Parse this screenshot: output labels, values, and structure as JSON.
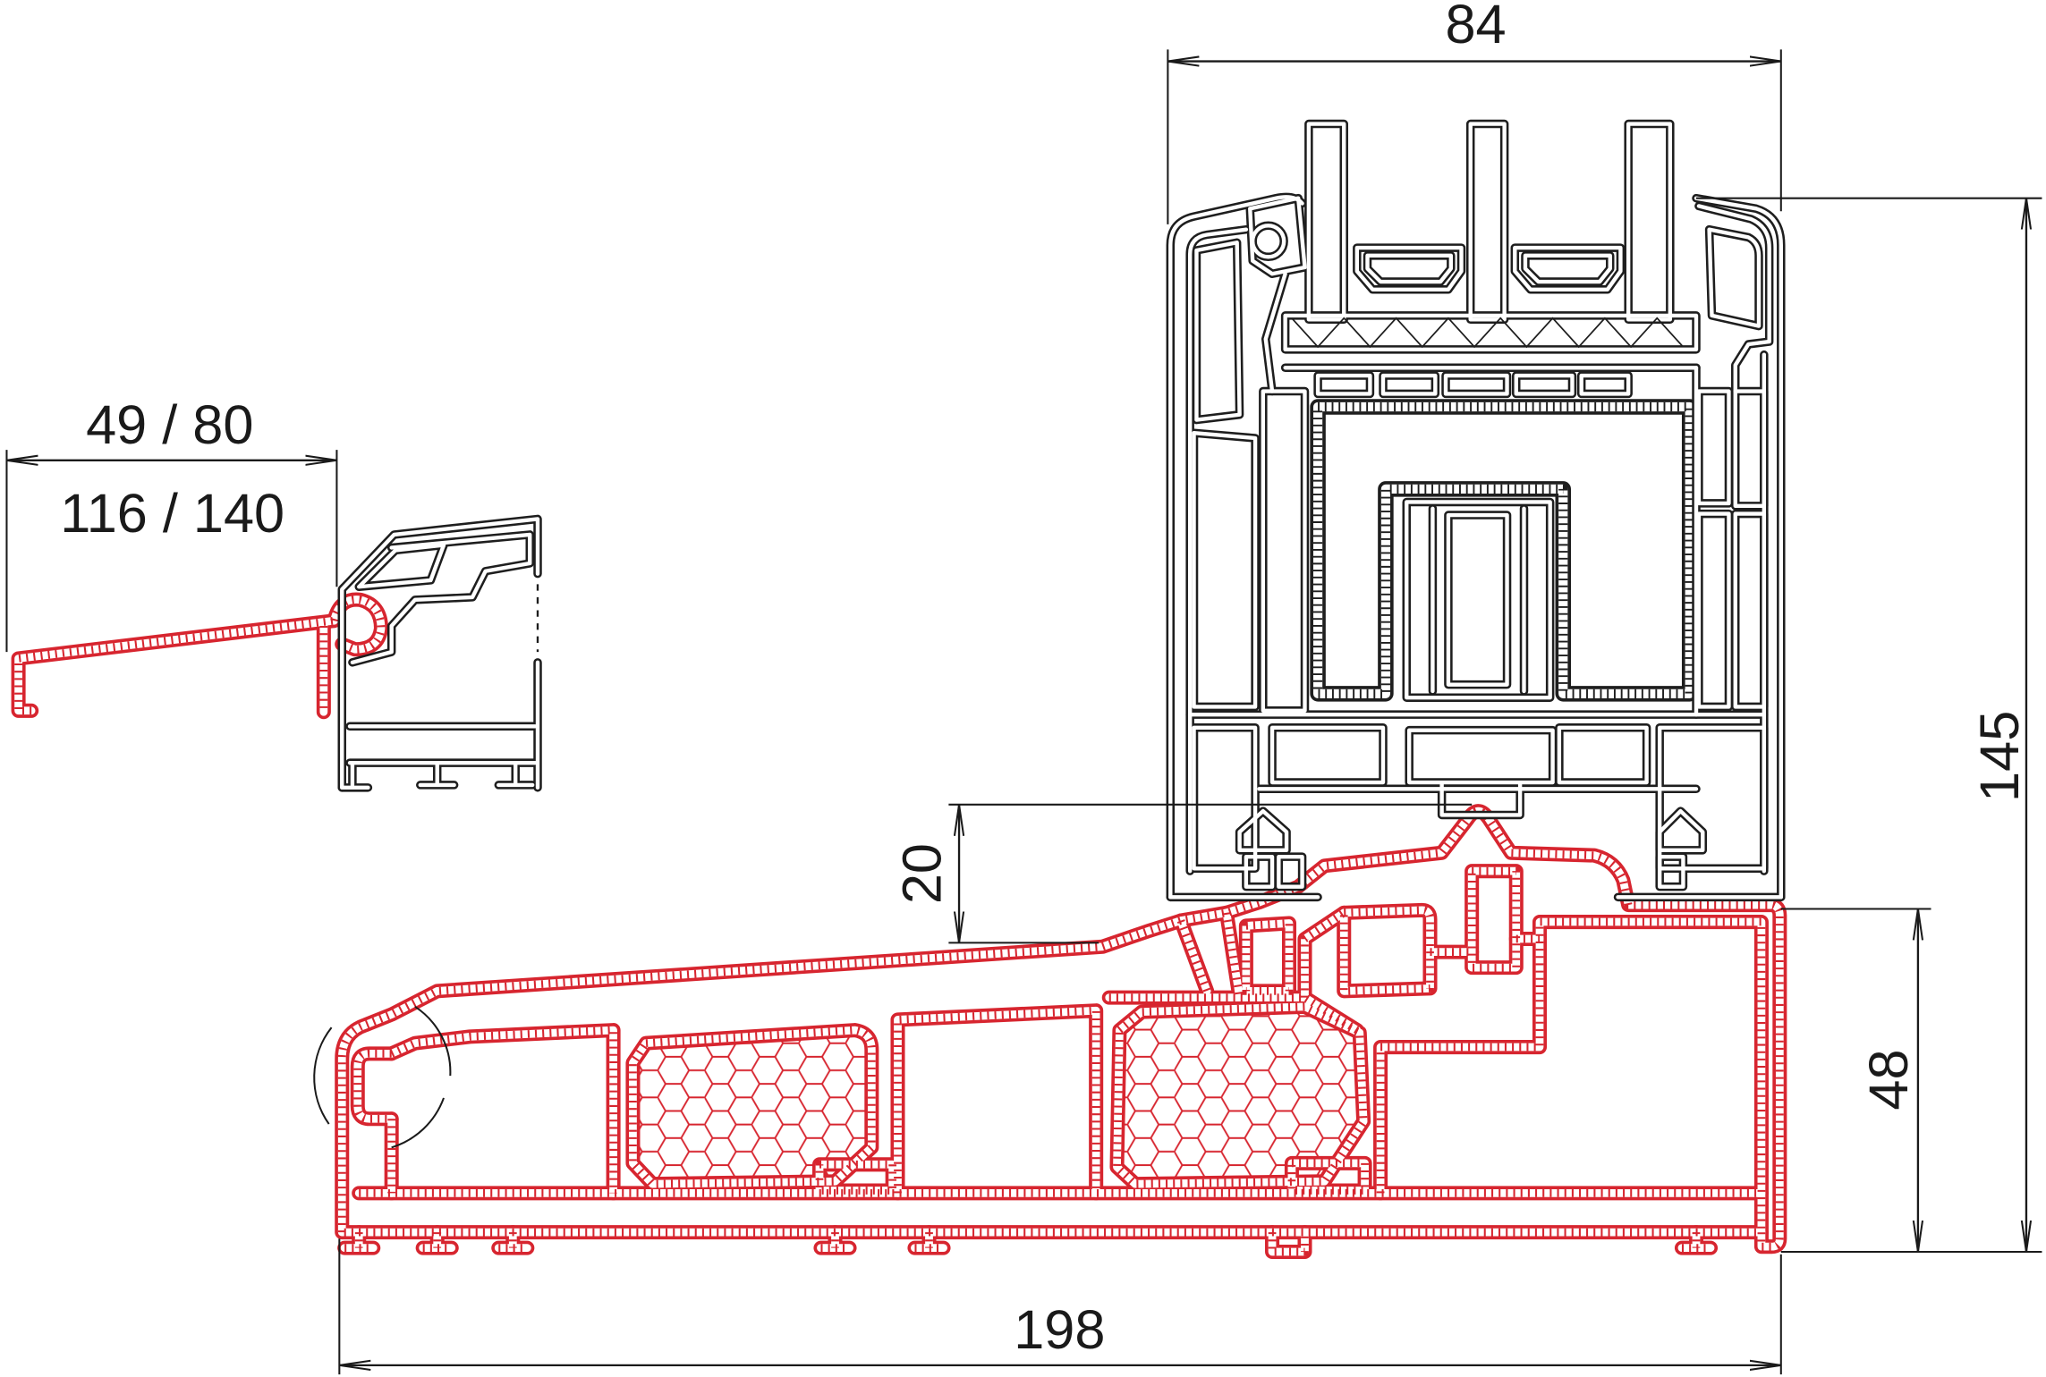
{
  "dimensions": {
    "frame_width": "84",
    "sill_extension": {
      "line1": "49 / 80",
      "line2": "116 / 140"
    },
    "threshold_height": "20",
    "overall_height": "145",
    "sill_height": "48",
    "overall_depth": "198"
  },
  "colors": {
    "sill_profile": "#d7252f",
    "frame_profile": "#1e1e1e",
    "dimension_lines": "#1a1a1a"
  }
}
